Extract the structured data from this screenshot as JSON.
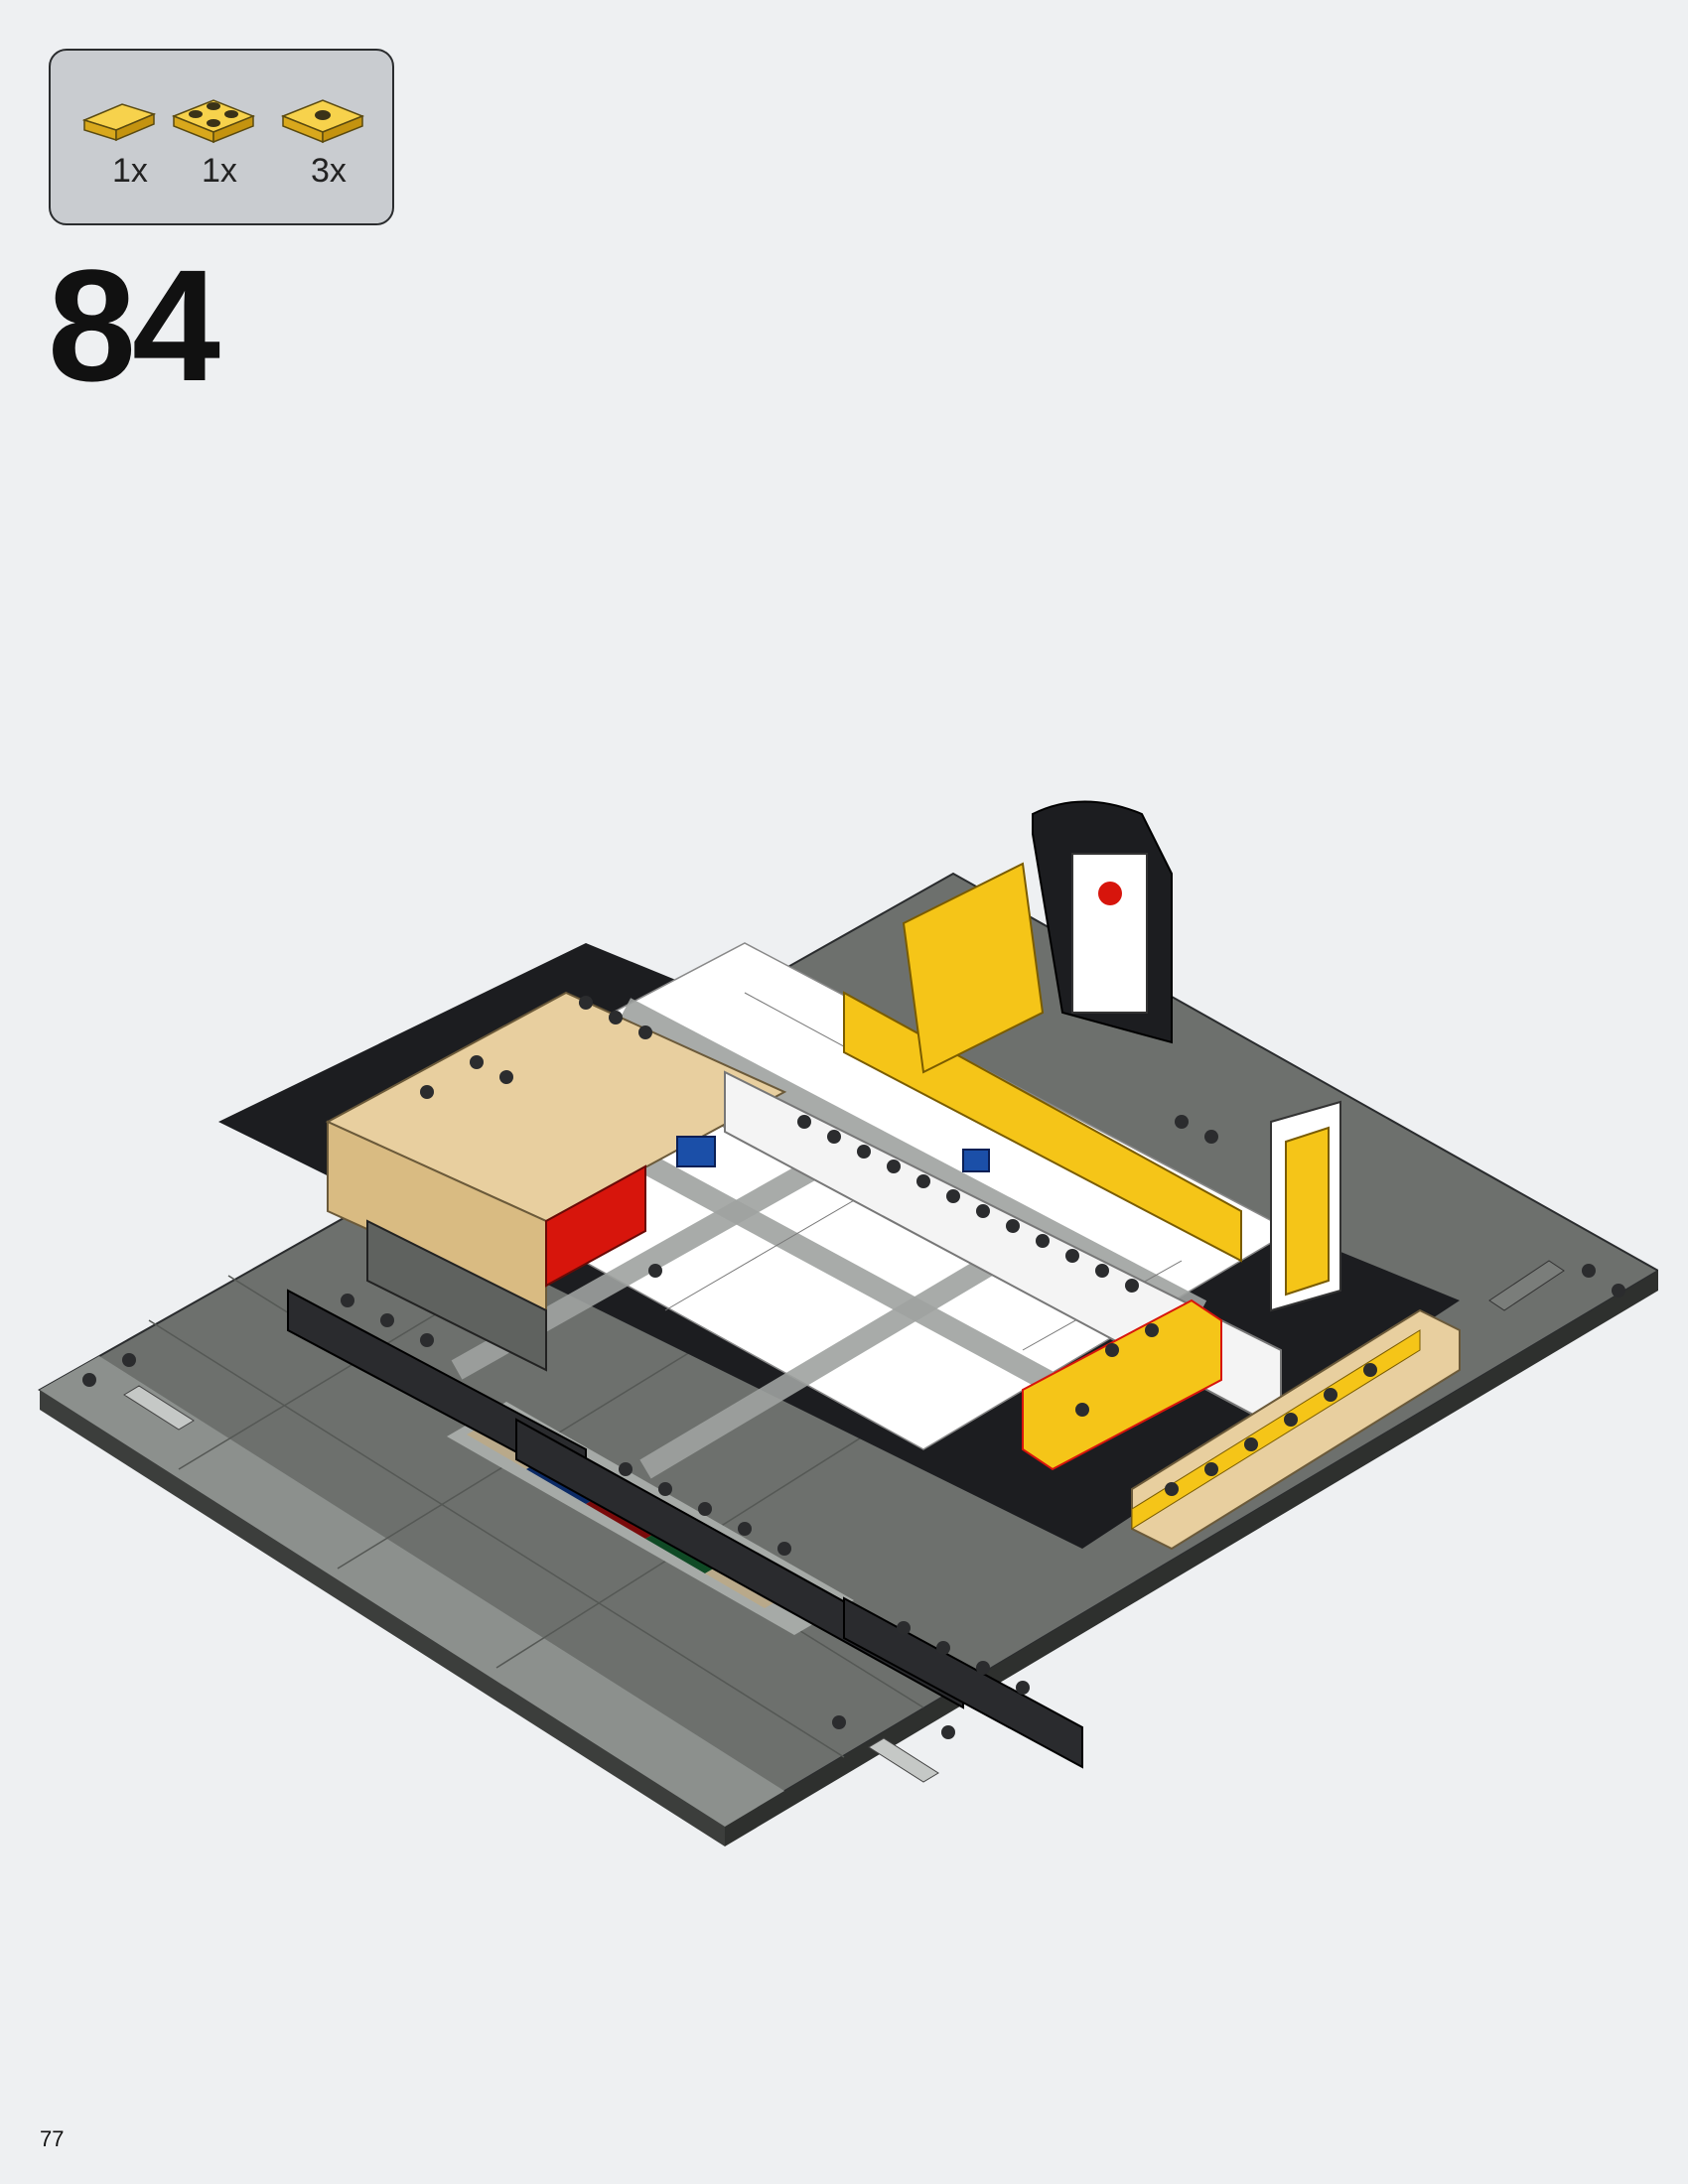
{
  "parts": [
    {
      "name": "plate-1x2-tile",
      "quantity": "1x",
      "color": "#f2c84b"
    },
    {
      "name": "plate-2x2",
      "quantity": "1x",
      "color": "#f2c84b"
    },
    {
      "name": "plate-2x2-jumper",
      "quantity": "3x",
      "color": "#f2c84b"
    }
  ],
  "step": {
    "number": "84"
  },
  "page": {
    "number": "77"
  },
  "colors": {
    "background": "#eef0f2",
    "parts_box": "#c9ccd0",
    "yellow": "#f5c518",
    "tan": "#e8cf9f",
    "white": "#ffffff",
    "black": "#1c1d20",
    "dark_gray": "#5f625f",
    "light_gray": "#a9adab",
    "red": "#d7150c",
    "blue": "#1b4fa8",
    "dark_blue": "#0b2a66",
    "dark_red": "#7a0a0a",
    "dark_green": "#0f4a25"
  }
}
